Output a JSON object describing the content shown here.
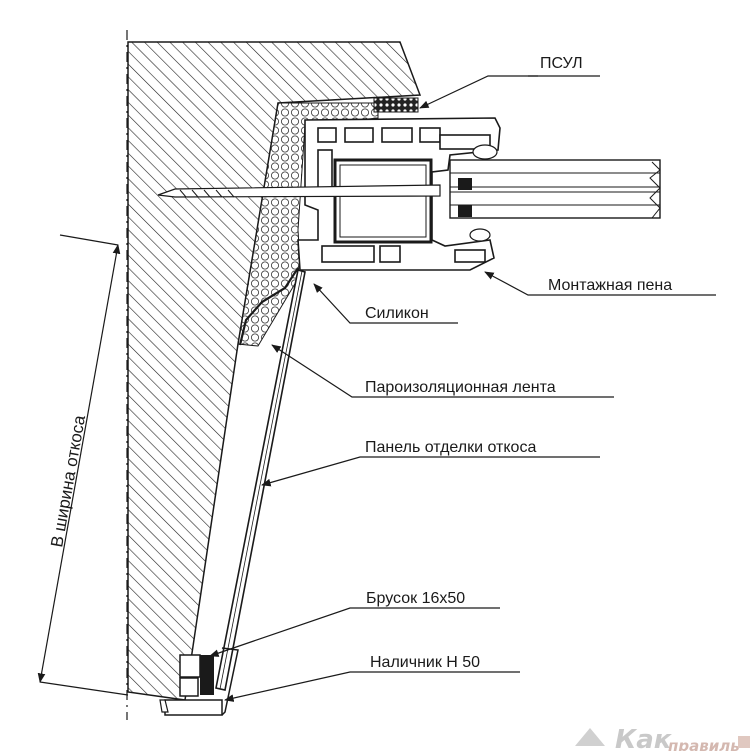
{
  "labels": {
    "psul": "ПСУЛ",
    "foam": "Монтажная пена",
    "silicone": "Силикон",
    "vapor_tape": "Пароизоляционная лента",
    "panel": "Панель отделки откоса",
    "batten": "Брусок 16х50",
    "casing": "Наличник Н 50"
  },
  "dimension_label": "В ширина откоса",
  "watermark": {
    "main": "Как",
    "sub": "правиль"
  },
  "colors": {
    "line": "#1a1a1a",
    "wall_fill": "#ffffff",
    "foam_fill": "#f2f2f2",
    "glass": "#ededed"
  }
}
